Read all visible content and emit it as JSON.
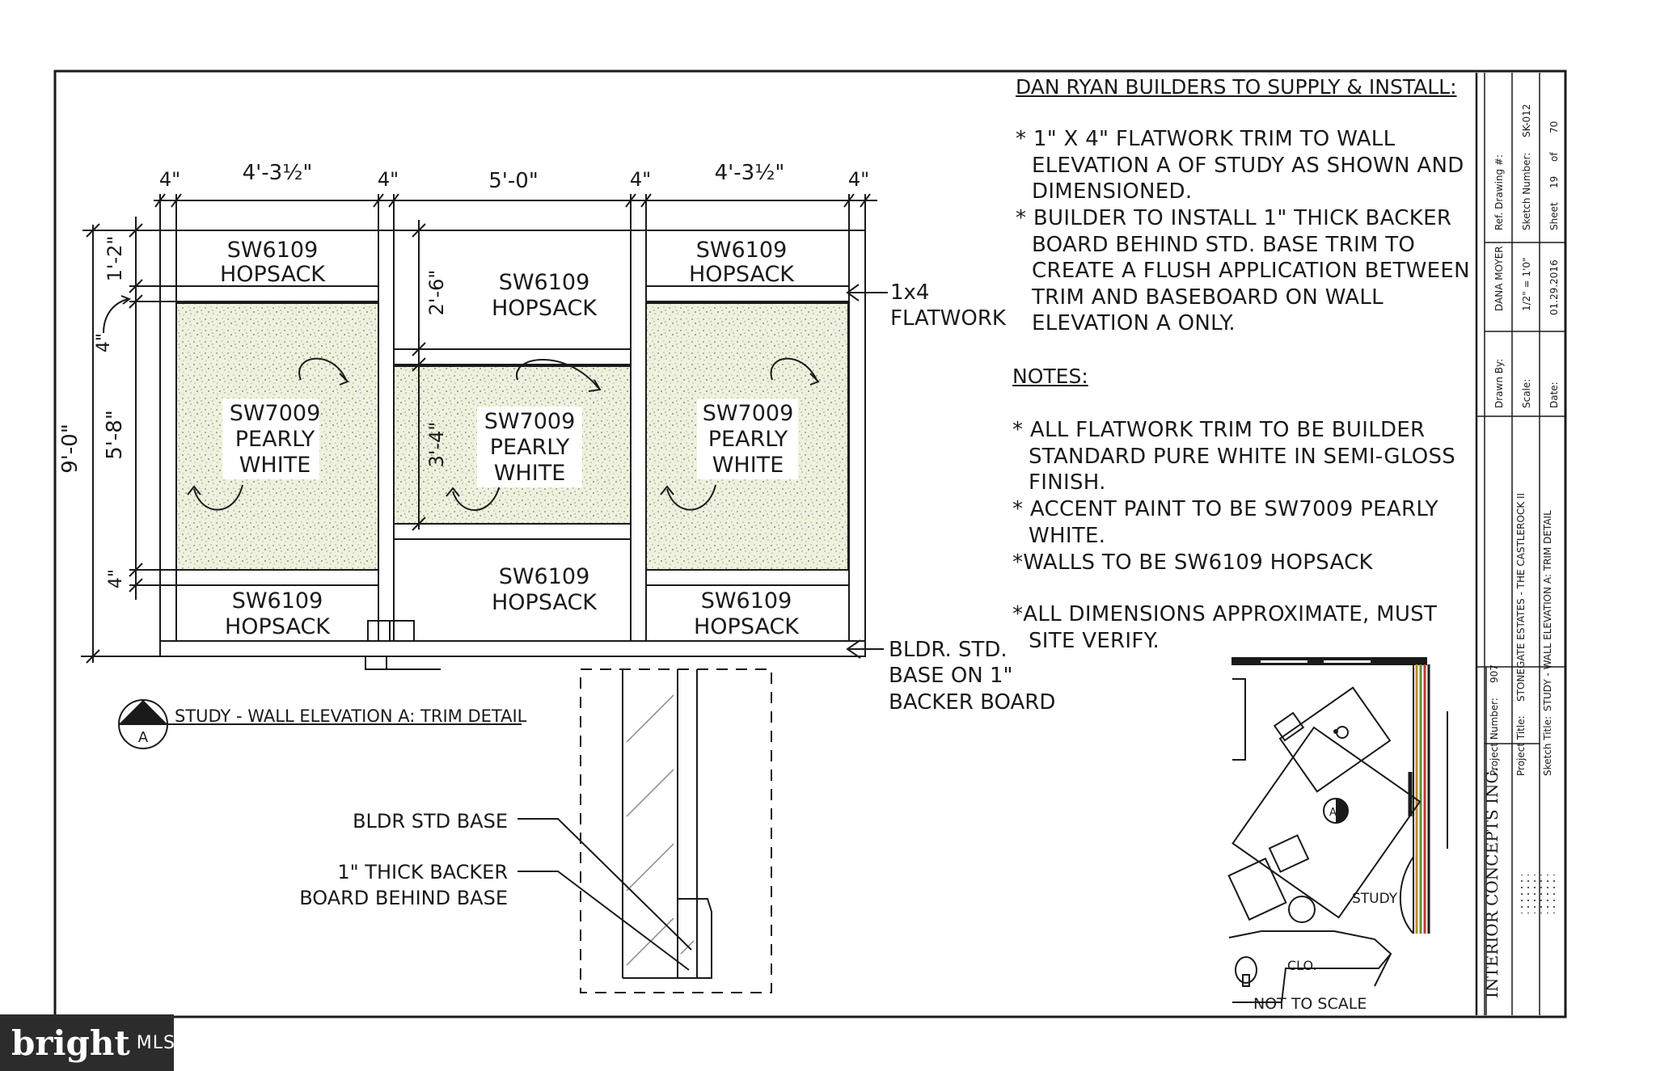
{
  "dims": {
    "top_left_trim": "4\"",
    "left_panel": "4'-3½\"",
    "mid_left_trim": "4\"",
    "center_panel": "5'-0\"",
    "mid_right_trim": "4\"",
    "right_panel": "4'-3½\"",
    "top_right_trim": "4\"",
    "total_height": "9'-0\"",
    "top_band": "1'-2\"",
    "upper_trim": "4\"",
    "accent_height": "5'-8\"",
    "lower_trim": "4\"",
    "center_top": "2'-6\"",
    "center_accent": "3'-4\""
  },
  "panels": {
    "hopsack_top_left_1": "SW6109",
    "hopsack_top_left_2": "HOPSACK",
    "hopsack_top_center_1": "SW6109",
    "hopsack_top_center_2": "HOPSACK",
    "hopsack_top_right_1": "SW6109",
    "hopsack_top_right_2": "HOPSACK",
    "pearly_left_1": "SW7009",
    "pearly_left_2": "PEARLY",
    "pearly_left_3": "WHITE",
    "pearly_center_1": "SW7009",
    "pearly_center_2": "PEARLY",
    "pearly_center_3": "WHITE",
    "pearly_right_1": "SW7009",
    "pearly_right_2": "PEARLY",
    "pearly_right_3": "WHITE",
    "hopsack_bottom_left_1": "SW6109",
    "hopsack_bottom_left_2": "HOPSACK",
    "hopsack_bottom_center_1": "SW6109",
    "hopsack_bottom_center_2": "HOPSACK",
    "hopsack_bottom_right_1": "SW6109",
    "hopsack_bottom_right_2": "HOPSACK"
  },
  "callouts": {
    "flatwork_1": "1x4",
    "flatwork_2": "FLATWORK",
    "base_1": "BLDR. STD.",
    "base_2": "BASE ON 1\"",
    "base_3": "BACKER BOARD",
    "detail_base": "BLDR STD BASE",
    "detail_backer_1": "1\" THICK BACKER",
    "detail_backer_2": "BOARD BEHIND BASE"
  },
  "title_marker": {
    "letter": "A",
    "caption": "STUDY - WALL ELEVATION A: TRIM DETAIL"
  },
  "notes": {
    "supply_heading": "DAN RYAN BUILDERS TO SUPPLY & INSTALL:",
    "supply_1_lines": [
      "*  1\" X 4\" FLATWORK TRIM TO WALL",
      "ELEVATION A OF STUDY AS SHOWN AND",
      "DIMENSIONED."
    ],
    "supply_2_lines": [
      "* BUILDER TO INSTALL  1\" THICK BACKER",
      "BOARD BEHIND STD. BASE TRIM TO",
      "CREATE A FLUSH APPLICATION BETWEEN",
      "TRIM AND BASEBOARD ON WALL",
      "ELEVATION A ONLY."
    ],
    "notes_heading": "NOTES:",
    "note_1_lines": [
      "* ALL FLATWORK TRIM TO BE BUILDER",
      "STANDARD PURE WHITE IN SEMI-GLOSS",
      "FINISH."
    ],
    "note_2_lines": [
      "* ACCENT PAINT TO BE SW7009 PEARLY",
      "WHITE."
    ],
    "note_3_lines": [
      "*WALLS TO BE SW6109 HOPSACK"
    ],
    "note_4_lines": [
      "*ALL DIMENSIONS APPROXIMATE, MUST",
      "SITE VERIFY."
    ]
  },
  "plan": {
    "marker": "A",
    "room": "STUDY",
    "closet": "CLO.",
    "scale_note": "NOT TO SCALE"
  },
  "title_block": {
    "drawn_by_label": "Drawn By:",
    "drawn_by": "DANA MOYER",
    "ref_label": "Ref. Drawing #:",
    "ref": "",
    "scale_label": "Scale:",
    "scale": "1/2\" = 1'0\"",
    "sketch_num_label": "Sketch Number:",
    "sketch_num": "SK-012",
    "date_label": "Date:",
    "date": "01.29.2016",
    "sheet_label": "Sheet",
    "sheet": "19",
    "of_label": "of",
    "sheet_total": "70",
    "project_number_label": "Project Number:",
    "project_number": "907",
    "project_title_label": "Project Title:",
    "project_title": "STONEGATE ESTATES - THE CASTLEROCK II",
    "sketch_title_label": "Sketch Title:",
    "sketch_title": "STUDY - WALL ELEVATION A: TRIM DETAIL",
    "company": "INTERIOR CONCEPTS INC."
  },
  "watermark": {
    "word": "bright",
    "suffix": "MLS"
  },
  "colors": {
    "line": "#1a1a1a",
    "accent_fill": "#dfe6c8",
    "hopsack": "#ffffff",
    "watermark_bg": "#2c2c2c"
  }
}
